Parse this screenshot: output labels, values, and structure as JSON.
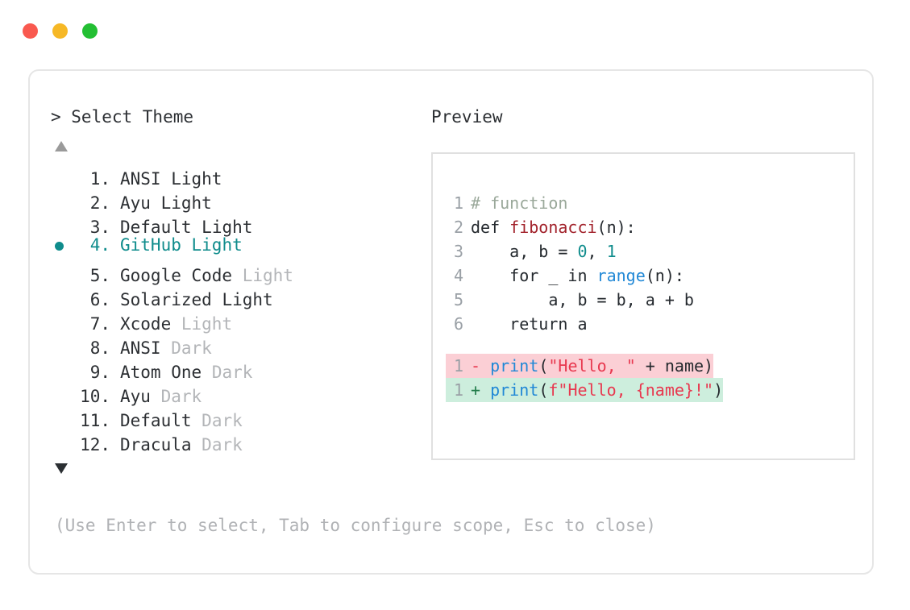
{
  "window": {
    "dots": [
      {
        "name": "close",
        "color": "#f9594f"
      },
      {
        "name": "minimize",
        "color": "#f6b826"
      },
      {
        "name": "maximize",
        "color": "#23bf33"
      }
    ]
  },
  "left_panel": {
    "title": "> Select Theme",
    "scroll_up_icon": "triangle-up",
    "scroll_down_icon": "triangle-down",
    "selected_index": 4,
    "selection_bullet": "●",
    "accent_color": "#0f8c8c",
    "themes": [
      {
        "number": "1.",
        "name": "ANSI",
        "variant": "Light",
        "variant_muted": false,
        "selected": false
      },
      {
        "number": "2.",
        "name": "Ayu",
        "variant": "Light",
        "variant_muted": false,
        "selected": false
      },
      {
        "number": "3.",
        "name": "Default",
        "variant": "Light",
        "variant_muted": false,
        "selected": false
      },
      {
        "number": "4.",
        "name": "GitHub",
        "variant": "Light",
        "variant_muted": false,
        "selected": true
      },
      {
        "number": "5.",
        "name": "Google Code",
        "variant": "Light",
        "variant_muted": true,
        "selected": false
      },
      {
        "number": "6.",
        "name": "Solarized",
        "variant": "Light",
        "variant_muted": false,
        "selected": false
      },
      {
        "number": "7.",
        "name": "Xcode",
        "variant": "Light",
        "variant_muted": true,
        "selected": false
      },
      {
        "number": "8.",
        "name": "ANSI",
        "variant": "Dark",
        "variant_muted": true,
        "selected": false
      },
      {
        "number": "9.",
        "name": "Atom One",
        "variant": "Dark",
        "variant_muted": true,
        "selected": false
      },
      {
        "number": "10.",
        "name": "Ayu",
        "variant": "Dark",
        "variant_muted": true,
        "selected": false
      },
      {
        "number": "11.",
        "name": "Default",
        "variant": "Dark",
        "variant_muted": true,
        "selected": false
      },
      {
        "number": "12.",
        "name": "Dracula",
        "variant": "Dark",
        "variant_muted": true,
        "selected": false
      }
    ],
    "hint": "(Use Enter to select, Tab to configure scope, Esc to close)"
  },
  "right_panel": {
    "title": "Preview",
    "code_lines": [
      {
        "gutter": "1",
        "kind": "normal",
        "tokens": [
          {
            "t": "# function",
            "c": "tok-comment"
          }
        ]
      },
      {
        "gutter": "2",
        "kind": "normal",
        "tokens": [
          {
            "t": "def ",
            "c": "tok-plain"
          },
          {
            "t": "fibonacci",
            "c": "tok-func"
          },
          {
            "t": "(n):",
            "c": "tok-plain"
          }
        ]
      },
      {
        "gutter": "3",
        "kind": "normal",
        "tokens": [
          {
            "t": "    a, b = ",
            "c": "tok-plain"
          },
          {
            "t": "0",
            "c": "tok-num"
          },
          {
            "t": ", ",
            "c": "tok-plain"
          },
          {
            "t": "1",
            "c": "tok-num"
          }
        ]
      },
      {
        "gutter": "4",
        "kind": "normal",
        "tokens": [
          {
            "t": "    for _ in ",
            "c": "tok-plain"
          },
          {
            "t": "range",
            "c": "tok-builtin"
          },
          {
            "t": "(n):",
            "c": "tok-plain"
          }
        ]
      },
      {
        "gutter": "5",
        "kind": "normal",
        "tokens": [
          {
            "t": "        a, b = b, a + b",
            "c": "tok-plain"
          }
        ]
      },
      {
        "gutter": "6",
        "kind": "normal",
        "tokens": [
          {
            "t": "    return a",
            "c": "tok-plain"
          }
        ]
      },
      {
        "gutter": "",
        "kind": "blank",
        "tokens": []
      },
      {
        "gutter": "1",
        "kind": "diff-del",
        "sign": "- ",
        "tokens": [
          {
            "t": "print",
            "c": "tok-builtin"
          },
          {
            "t": "(",
            "c": "tok-plain"
          },
          {
            "t": "\"Hello, \"",
            "c": "tok-str"
          },
          {
            "t": " + name)",
            "c": "tok-plain"
          }
        ]
      },
      {
        "gutter": "1",
        "kind": "diff-add",
        "sign": "+ ",
        "tokens": [
          {
            "t": "print",
            "c": "tok-builtin"
          },
          {
            "t": "(",
            "c": "tok-plain"
          },
          {
            "t": "f\"Hello, {name}!\"",
            "c": "tok-str"
          },
          {
            "t": ")",
            "c": "tok-plain"
          }
        ]
      }
    ]
  }
}
